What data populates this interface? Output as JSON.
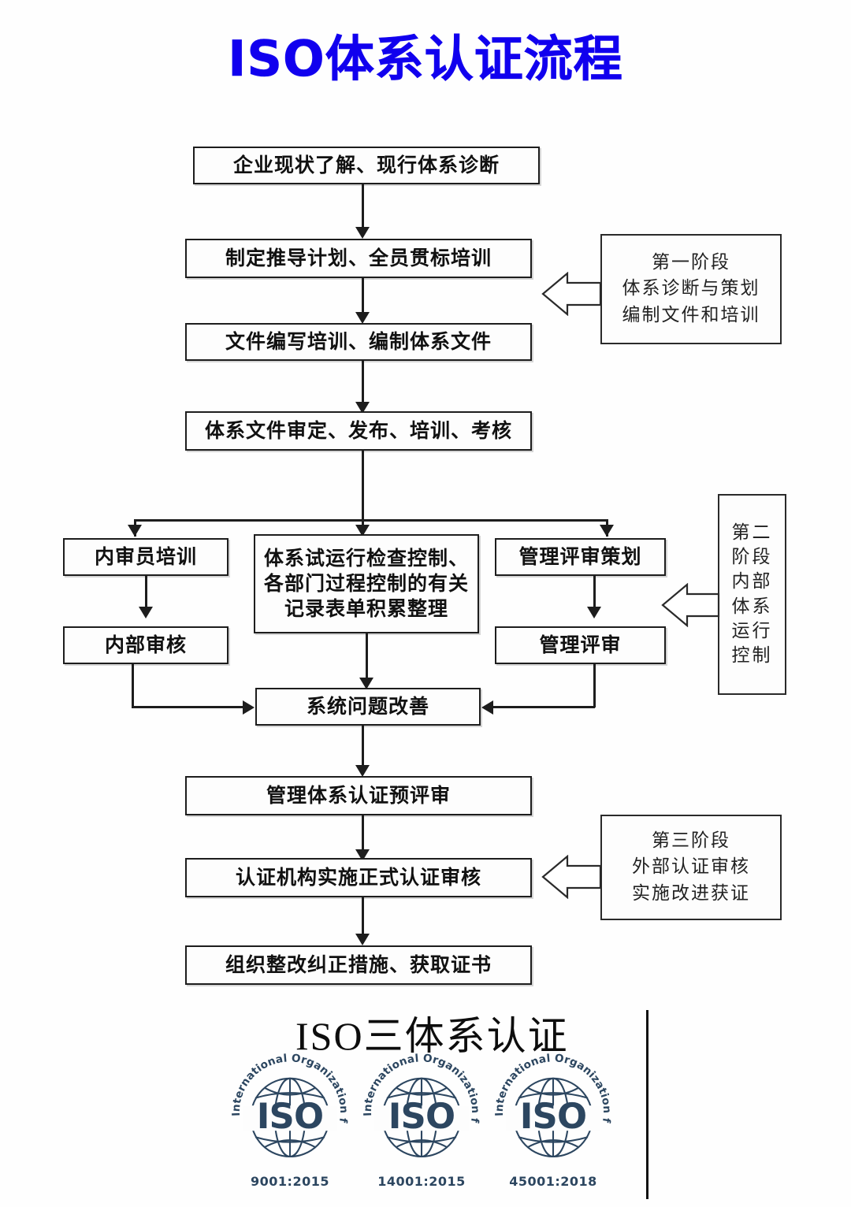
{
  "title": "ISO体系认证流程",
  "colors": {
    "title_blue": "#1100ee",
    "line": "#1d1d1d",
    "box_border": "#1d1d1d",
    "iso_navy": "#2c4660"
  },
  "flow": {
    "steps": [
      {
        "id": "step-1",
        "label": "企业现状了解、现行体系诊断"
      },
      {
        "id": "step-2",
        "label": "制定推导计划、全员贯标培训"
      },
      {
        "id": "step-3",
        "label": "文件编写培训、编制体系文件"
      },
      {
        "id": "step-4",
        "label": "体系文件审定、发布、培训、考核"
      },
      {
        "id": "step-internal-auditor-training",
        "label": "内审员培训"
      },
      {
        "id": "step-internal-audit",
        "label": "内部审核"
      },
      {
        "id": "step-trial-run",
        "lines": [
          "体系试运行检查控制、",
          "各部门过程控制的有关",
          "记录表单积累整理"
        ]
      },
      {
        "id": "step-mgmt-review-plan",
        "label": "管理评审策划"
      },
      {
        "id": "step-mgmt-review",
        "label": "管理评审"
      },
      {
        "id": "step-system-improve",
        "label": "系统问题改善"
      },
      {
        "id": "step-pre-assessment",
        "label": "管理体系认证预评审"
      },
      {
        "id": "step-formal-audit",
        "label": "认证机构实施正式认证审核"
      },
      {
        "id": "step-corrective-cert",
        "label": "组织整改纠正措施、获取证书"
      }
    ]
  },
  "phases": [
    {
      "id": "phase-1",
      "lines": [
        "第一阶段",
        "体系诊断与策划",
        "编制文件和培训"
      ]
    },
    {
      "id": "phase-2",
      "lines": [
        "第二",
        "阶段",
        "内部",
        "体系",
        "运行",
        "控制"
      ]
    },
    {
      "id": "phase-3",
      "lines": [
        "第三阶段",
        "外部认证审核",
        "实施改进获证"
      ]
    }
  ],
  "brand": {
    "heading": "ISO三体系认证",
    "logo_ring_text": "International Organization for Standardization",
    "logo_wordmark": "ISO",
    "logos": [
      {
        "id": "iso-9001",
        "caption": "9001:2015"
      },
      {
        "id": "iso-14001",
        "caption": "14001:2015"
      },
      {
        "id": "iso-45001",
        "caption": "45001:2018"
      }
    ]
  }
}
